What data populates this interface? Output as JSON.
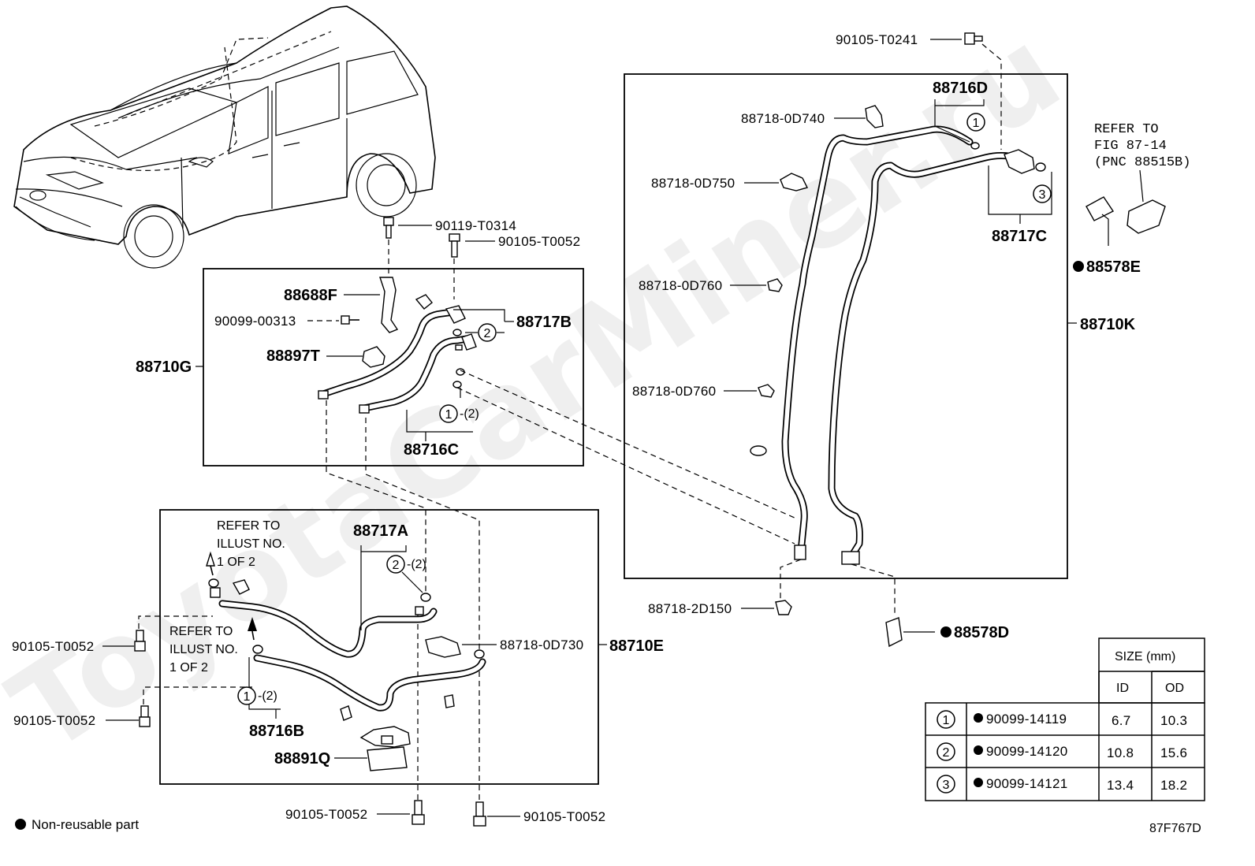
{
  "watermark": "ToyotaCarMiner.ru",
  "figure_id": "87F767D",
  "legend": {
    "text": "Non-reusable part"
  },
  "refer_fig": {
    "line1": "REFER TO",
    "line2": "FIG 87-14",
    "line3": "(PNC 88515B)"
  },
  "refer_illust_a": {
    "line1": "REFER TO",
    "line2": "ILLUST NO.",
    "line3": "1 OF 2"
  },
  "refer_illust_b": {
    "line1": "REFER TO",
    "line2": "ILLUST NO.",
    "line3": "1 OF 2"
  },
  "labels": {
    "p90105_T0241": "90105-T0241",
    "p88716D": "88716D",
    "p88718_0D740": "88718-0D740",
    "p88718_0D750": "88718-0D750",
    "p88717C": "88717C",
    "p88578E": "88578E",
    "p88718_0D760a": "88718-0D760",
    "p88718_0D760b": "88718-0D760",
    "p88710K": "88710K",
    "p88718_2D150": "88718-2D150",
    "p88578D": "88578D",
    "p90119_T0314": "90119-T0314",
    "p90105_T0052_top": "90105-T0052",
    "p88688F": "88688F",
    "p90099_00313": "90099-00313",
    "p88717B": "88717B",
    "p88897T": "88897T",
    "p88710G": "88710G",
    "p88716C": "88716C",
    "p88717A": "88717A",
    "p88718_0D730": "88718-0D730",
    "p88710E": "88710E",
    "p90105_T0052_l1": "90105-T0052",
    "p90105_T0052_l2": "90105-T0052",
    "p88716B": "88716B",
    "p88891Q": "88891Q",
    "p90105_T0052_b1": "90105-T0052",
    "p90105_T0052_b2": "90105-T0052"
  },
  "circle_refs": {
    "c1_top": "1",
    "c3_top": "3",
    "c2_mid": "2",
    "c1_mid": "1",
    "c1_mid_qty": "-(2)",
    "c2_low": "2",
    "c2_low_qty": "-(2)",
    "c1_low": "1",
    "c1_low_qty": "-(2)"
  },
  "size_table": {
    "header": "SIZE (mm)",
    "col_id": "ID",
    "col_od": "OD",
    "rows": [
      {
        "ref": "1",
        "part": "90099-14119",
        "id": "6.7",
        "od": "10.3"
      },
      {
        "ref": "2",
        "part": "90099-14120",
        "id": "10.8",
        "od": "15.6"
      },
      {
        "ref": "3",
        "part": "90099-14121",
        "id": "13.4",
        "od": "18.2"
      }
    ]
  }
}
